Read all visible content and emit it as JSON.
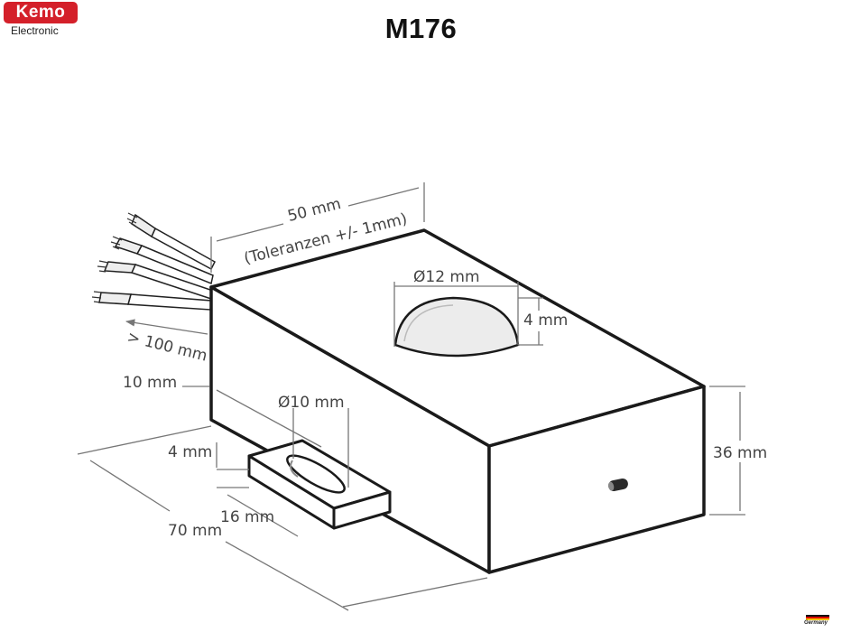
{
  "logo": {
    "brand": "Kemo",
    "sub": "Electronic",
    "color": "#d4202a"
  },
  "title": "M176",
  "dimensions": {
    "length_top": "50 mm",
    "tolerance": "(Toleranzen +/- 1mm)",
    "sensor_diameter": "Ø12 mm",
    "sensor_height": "4 mm",
    "cable_length": "> 100 mm",
    "tab_offset": "10 mm",
    "hole_diameter": "Ø10 mm",
    "tab_thickness": "4 mm",
    "tab_length": "16 mm",
    "base_length": "70 mm",
    "height": "36 mm"
  },
  "footer": {
    "country": "Germany"
  }
}
